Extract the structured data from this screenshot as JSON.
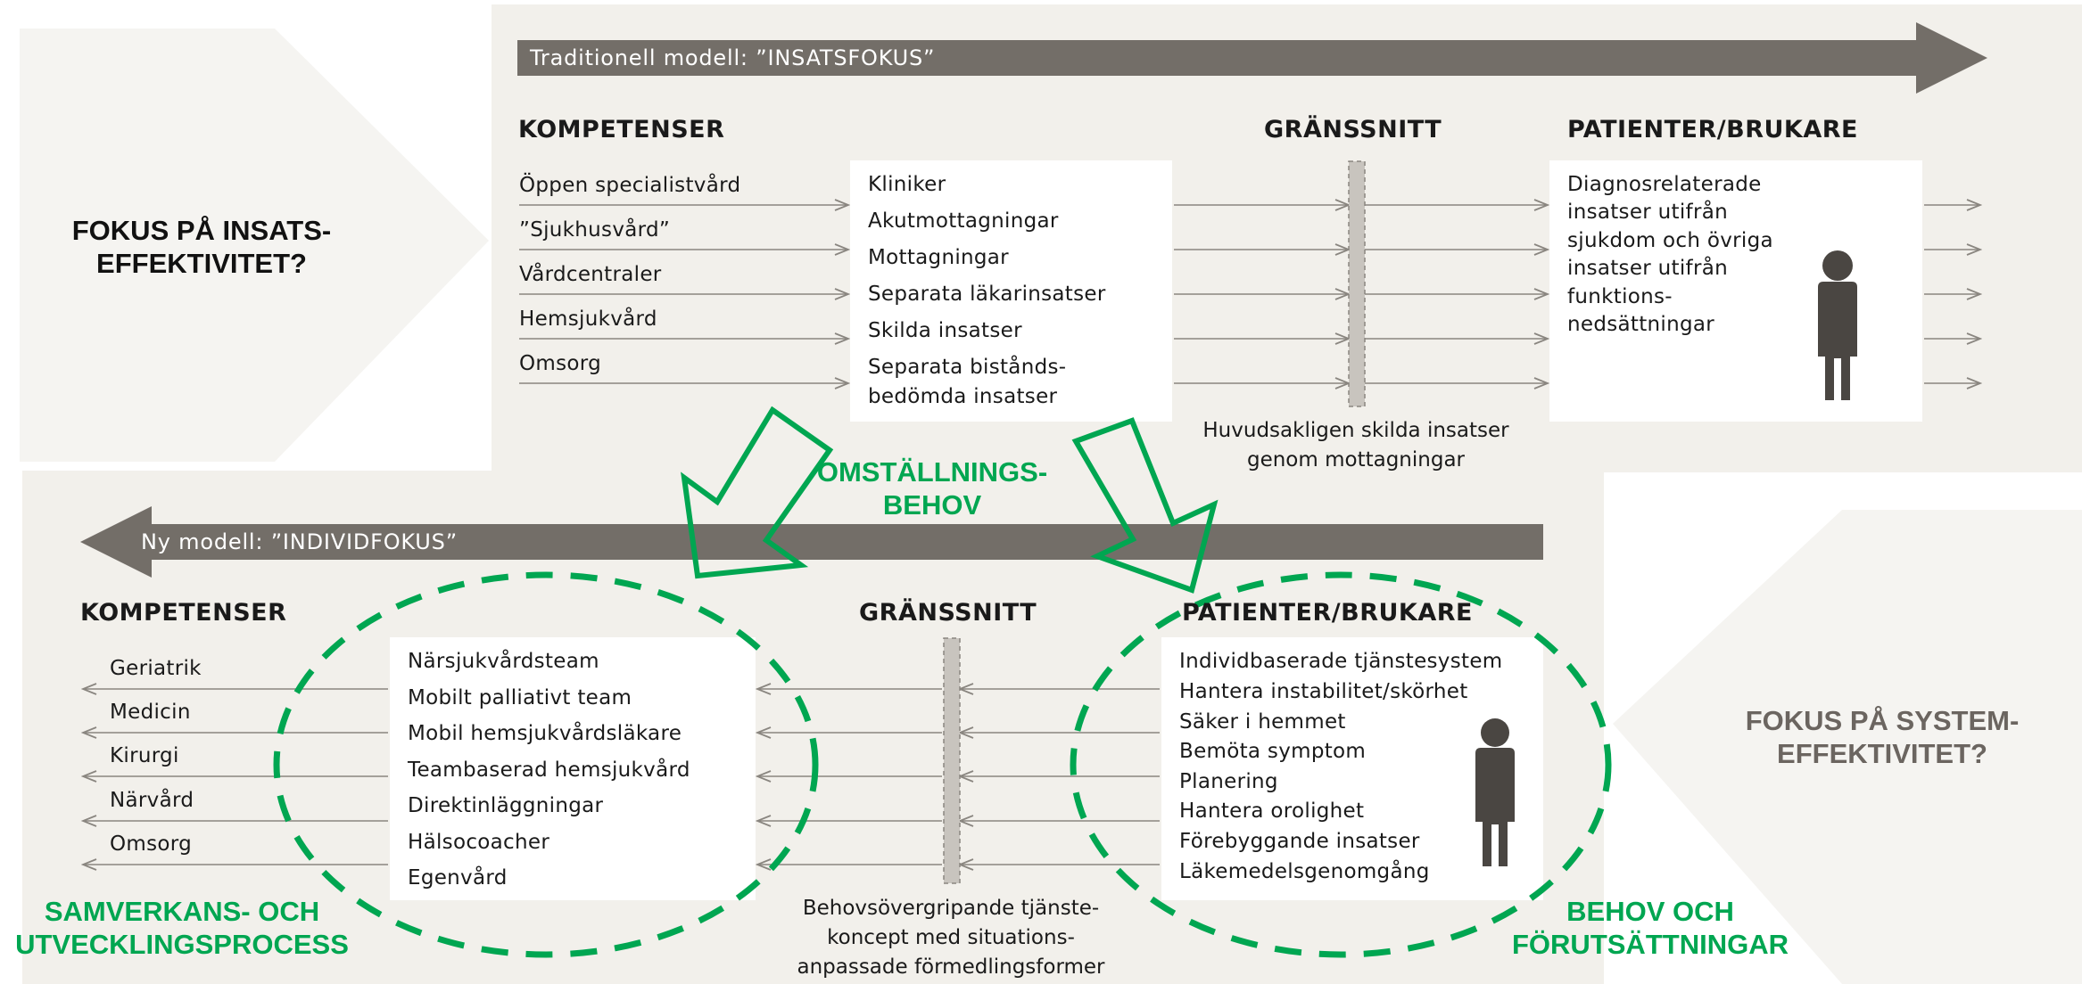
{
  "top": {
    "banner": "Traditionell modell: ”INSATSFOKUS”",
    "competences_header": "KOMPETENSER",
    "interface_header": "GRÄNSSNITT",
    "patients_header": "PATIENTER/BRUKARE",
    "competences": [
      "Öppen specialistvård",
      "”Sjukhusvård”",
      "Vårdcentraler",
      "Hemsjukvård",
      "Omsorg"
    ],
    "services": [
      "Kliniker",
      "Akutmottagningar",
      "Mottagningar",
      "Separata läkarinsatser",
      "Skilda insatser",
      "Separata bistånds-",
      "bedömda insatser"
    ],
    "patient_text": [
      "Diagnosrelaterade",
      "insatser utifrån",
      "sjukdom och övriga",
      "insatser utifrån",
      "funktions-",
      "nedsättningar"
    ],
    "interface_caption": [
      "Huvudsakligen skilda insatser",
      "genom mottagningar"
    ]
  },
  "left_focus": [
    "FOKUS PÅ INSATS-",
    "EFFEKTIVITET?"
  ],
  "transition": [
    "OMSTÄLLNINGS-",
    "BEHOV"
  ],
  "bottom": {
    "banner": "Ny modell: ”INDIVIDFOKUS”",
    "competences_header": "KOMPETENSER",
    "interface_header": "GRÄNSSNITT",
    "patients_header": "PATIENTER/BRUKARE",
    "competences": [
      "Geriatrik",
      "Medicin",
      "Kirurgi",
      "Närvård",
      "Omsorg"
    ],
    "services": [
      "Närsjukvårdsteam",
      "Mobilt palliativt team",
      "Mobil hemsjukvårdsläkare",
      "Teambaserad hemsjukvård",
      "Direktinläggningar",
      "Hälsocoacher",
      "Egenvård"
    ],
    "needs": [
      "Individbaserade tjänstesystem",
      "Hantera instabilitet/skörhet",
      "Säker i hemmet",
      "Bemöta symptom",
      "Planering",
      "Hantera orolighet",
      "Förebyggande insatser",
      "Läkemedelsgenomgång"
    ],
    "interface_caption": [
      "Behovsövergripande tjänste-",
      "koncept med situations-",
      "anpassade förmedlingsformer"
    ]
  },
  "right_focus": [
    "FOKUS PÅ SYSTEM-",
    "EFFEKTIVITET?"
  ],
  "collab": [
    "SAMVERKANS- OCH",
    "UTVECKLINGSPROCESS"
  ],
  "behov": [
    "BEHOV OCH",
    "FÖRUTSÄTTNINGAR"
  ],
  "colors": {
    "panel": "#f2f0eb",
    "chevron": "#f5f4f1",
    "banner": "#736e68",
    "green": "#00a651",
    "figure": "#4a4642",
    "gray_text": "#6b6560",
    "line": "#8a8680"
  }
}
